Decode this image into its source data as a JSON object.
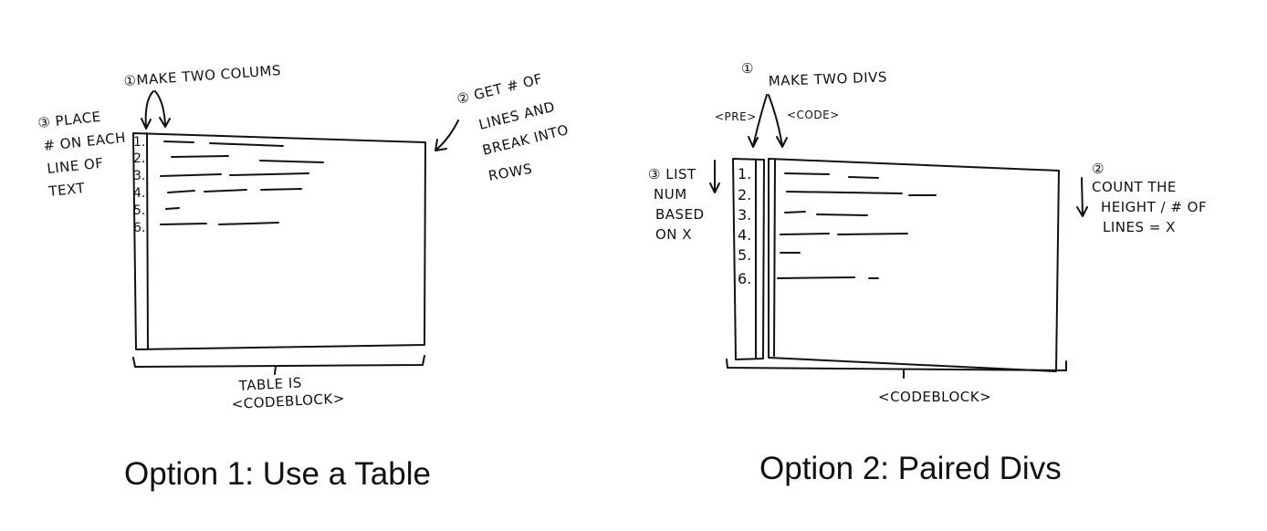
{
  "options": [
    {
      "caption": "Option 1: Use a Table",
      "notes": {
        "step1": "①MAKE TWO COLUMS",
        "step2": [
          "② GET # OF",
          "LINES AND",
          "BREAK INTO",
          "ROWS"
        ],
        "step3": [
          "③ PLACE",
          "# ON EACH",
          "LINE OF",
          "TEXT"
        ],
        "bottom": [
          "TABLE IS",
          "<CODEBLOCK>"
        ]
      },
      "line_numbers": [
        "1.",
        "2.",
        "3.",
        "4.",
        "5.",
        "6."
      ]
    },
    {
      "caption": "Option 2: Paired Divs",
      "notes": {
        "step1": "MAKE TWO DIVS",
        "step1_marker": "①",
        "pre_label": "<PRE>",
        "code_label": "<CODE>",
        "step2_marker": "②",
        "step2": [
          "COUNT THE",
          "HEIGHT / # OF",
          "LINES = X"
        ],
        "step3": [
          "③ LIST",
          "NUM",
          "BASED",
          "ON X"
        ],
        "bottom": "<CODEBLOCK>"
      },
      "line_numbers": [
        "1.",
        "2.",
        "3.",
        "4.",
        "5.",
        "6."
      ]
    }
  ]
}
